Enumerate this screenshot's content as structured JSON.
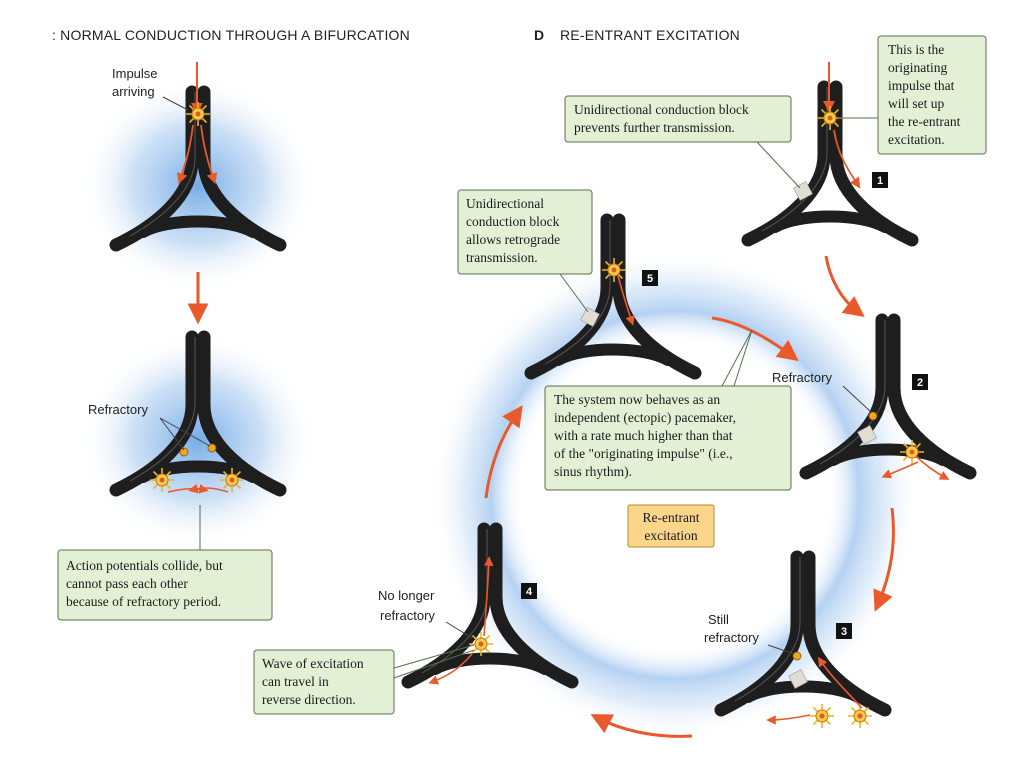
{
  "panel_c": {
    "heading": ": NORMAL CONDUCTION THROUGH A BIFURCATION",
    "label_impulse": [
      "Impulse",
      "arriving"
    ],
    "label_refractory": "Refractory",
    "callout_collide": [
      "Action potentials collide, but",
      "cannot pass each other",
      "because of refractory period."
    ]
  },
  "panel_d": {
    "heading_letter": "D",
    "heading": "RE-ENTRANT EXCITATION",
    "callout_originating": [
      "This is the",
      "originating",
      "impulse that",
      "will set up",
      "the re-entrant",
      "excitation."
    ],
    "callout_block": [
      "Unidirectional conduction block",
      "prevents further transmission."
    ],
    "callout_retrograde": [
      "Unidirectional",
      "conduction block",
      "allows retrograde",
      "transmission."
    ],
    "callout_pacemaker": [
      "The system now behaves as an",
      "independent (ectopic) pacemaker,",
      "with a rate much higher than that",
      "of the \"originating impulse\" (i.e.,",
      "sinus rhythm)."
    ],
    "callout_reverse": [
      "Wave of excitation",
      "can travel in",
      "reverse direction."
    ],
    "label_refractory": "Refractory",
    "label_still": [
      "Still",
      "refractory"
    ],
    "label_no_longer": [
      "No longer",
      "refractory"
    ],
    "center_label": [
      "Re-entrant",
      "excitation"
    ],
    "steps": [
      "1",
      "2",
      "3",
      "4",
      "5"
    ]
  },
  "colors": {
    "fiber": "#1e1e1e",
    "arrow": "#e8592c",
    "glow": "#7fb2e6",
    "callout_fill": "#e4f0d6",
    "center_fill": "#fbd58a",
    "impulse": "#f3b21b"
  }
}
